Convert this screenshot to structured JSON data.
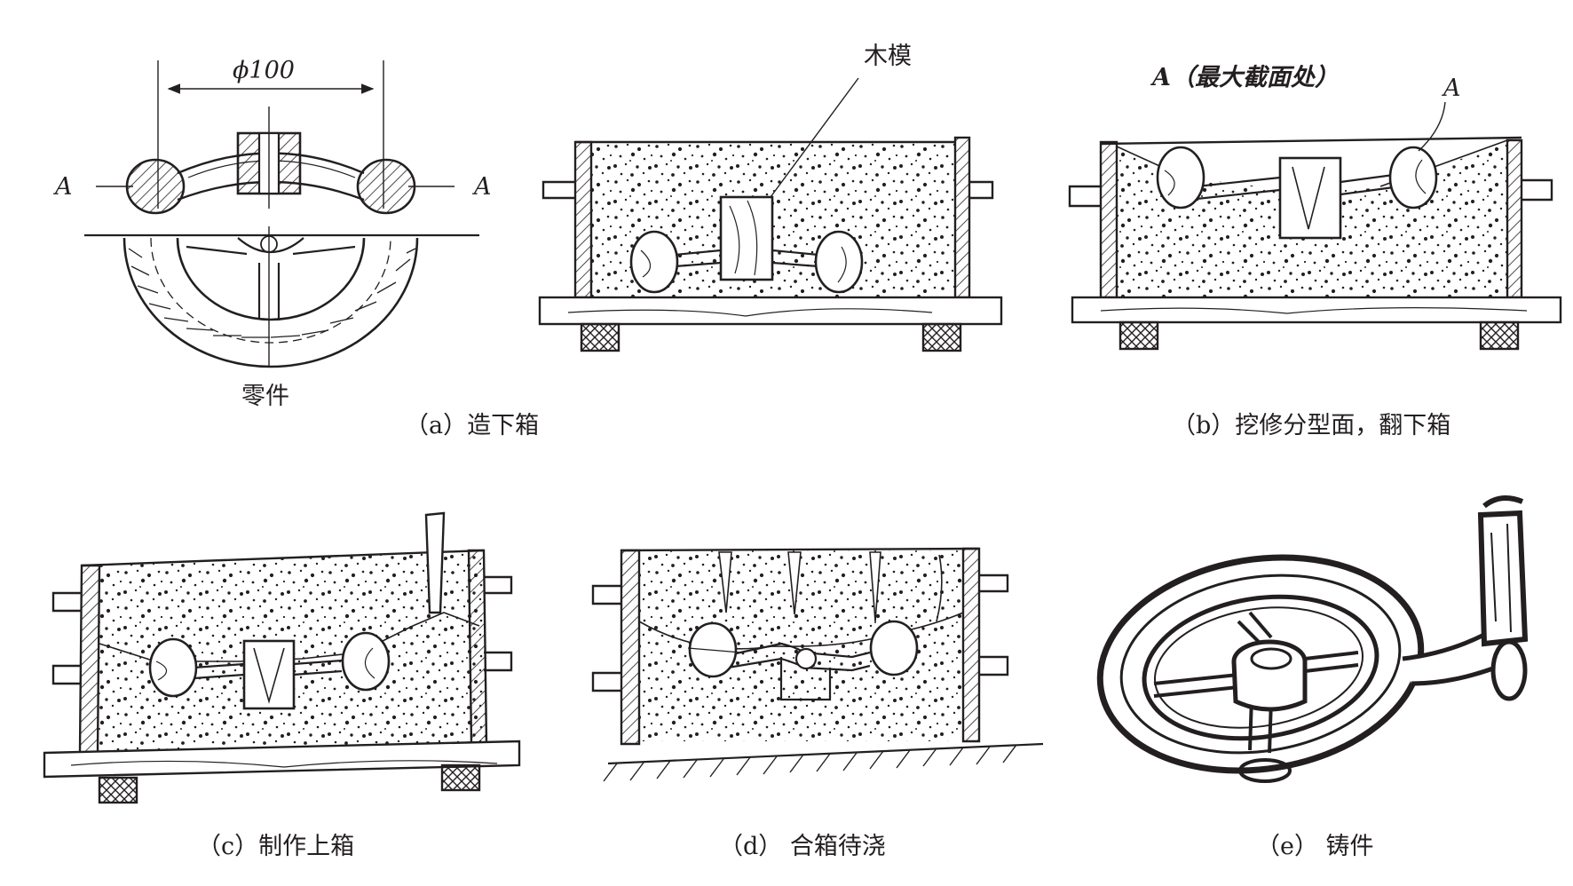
{
  "labels": {
    "dimension": "ϕ100",
    "section_letter": "A",
    "part_label": "零件",
    "pattern_label": "木模",
    "max_section_note": "A（最大截面处）"
  },
  "captions": {
    "a": "（a）造下箱",
    "b": "（b）挖修分型面，翻下箱",
    "c": "（c）制作上箱",
    "d": "（d）  合箱待浇",
    "e": "（e）  铸件"
  },
  "colors": {
    "ink": "#231f20",
    "background": "#ffffff"
  }
}
